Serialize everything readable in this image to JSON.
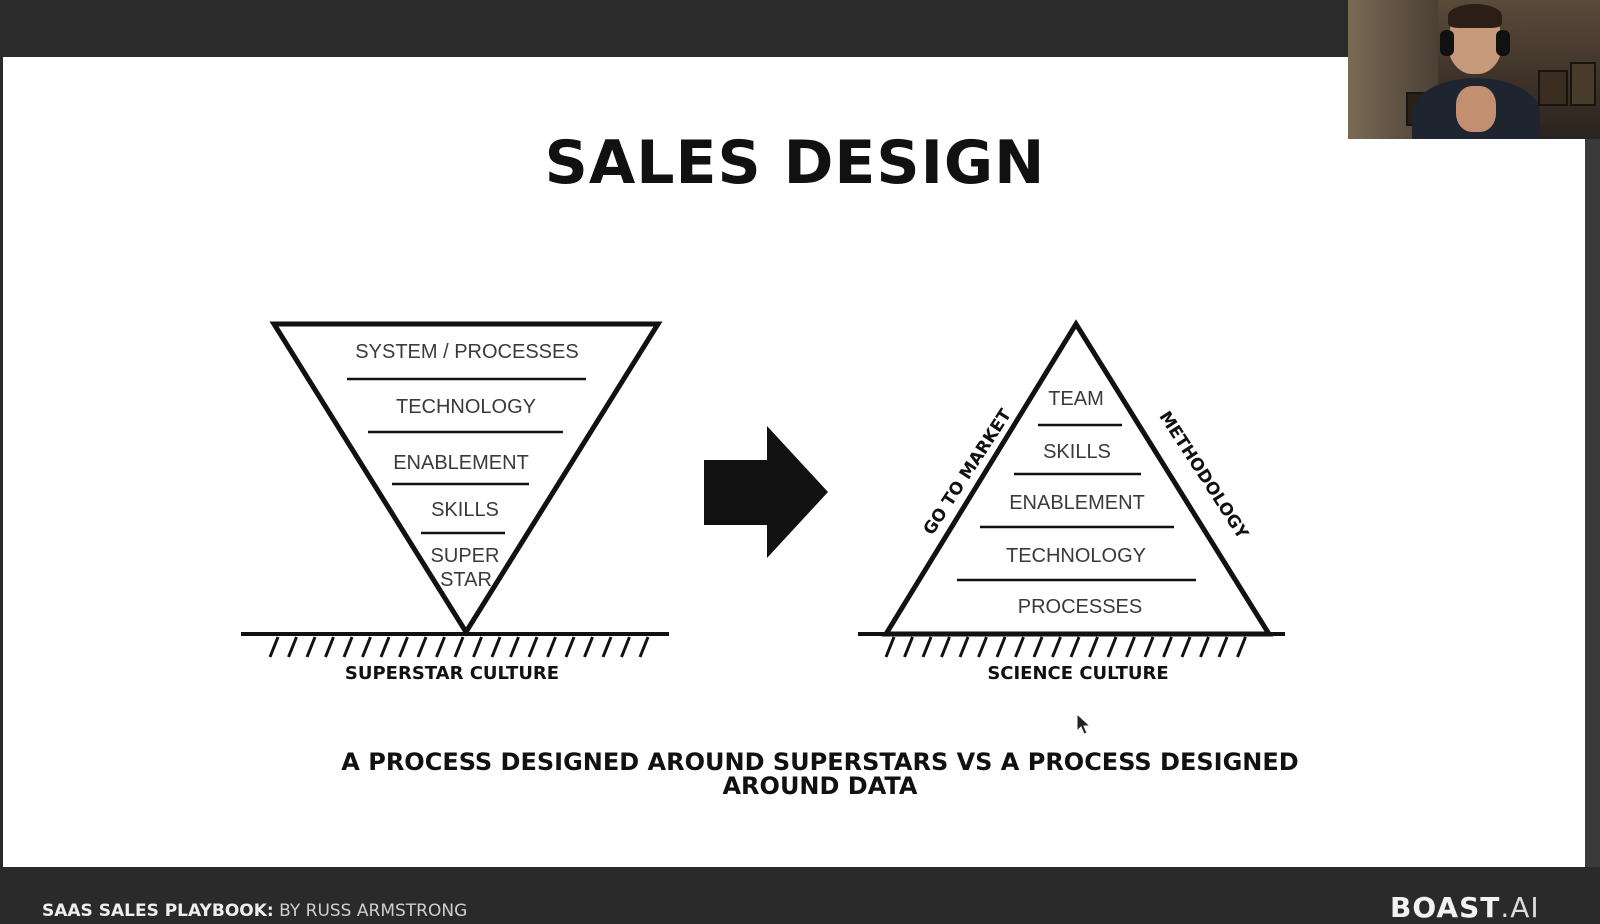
{
  "slide": {
    "title": "SALES DESIGN",
    "caption_line1": "A PROCESS DESIGNED AROUND SUPERSTARS VS A PROCESS DESIGNED",
    "caption_line2": "AROUND DATA"
  },
  "left_diagram": {
    "layers": [
      "SYSTEM / PROCESSES",
      "TECHNOLOGY",
      "ENABLEMENT",
      "SKILLS",
      "SUPER",
      "STAR"
    ],
    "base_label": "SUPERSTAR CULTURE"
  },
  "right_diagram": {
    "layers": [
      "TEAM",
      "SKILLS",
      "ENABLEMENT",
      "TECHNOLOGY",
      "PROCESSES"
    ],
    "left_side_label": "GO TO MARKET",
    "right_side_label": "METHODOLOGY",
    "base_label": "SCIENCE CULTURE"
  },
  "footer": {
    "series": "SAAS SALES PLAYBOOK:",
    "author": "BY RUSS ARMSTRONG",
    "logo_main": "BOAST",
    "logo_tld": ".AI"
  },
  "colors": {
    "ink": "#111111",
    "frame": "#2a2a2a",
    "slide_bg": "#ffffff"
  },
  "icons": {
    "arrow": "right-arrow-icon",
    "cursor": "mouse-cursor-icon"
  }
}
